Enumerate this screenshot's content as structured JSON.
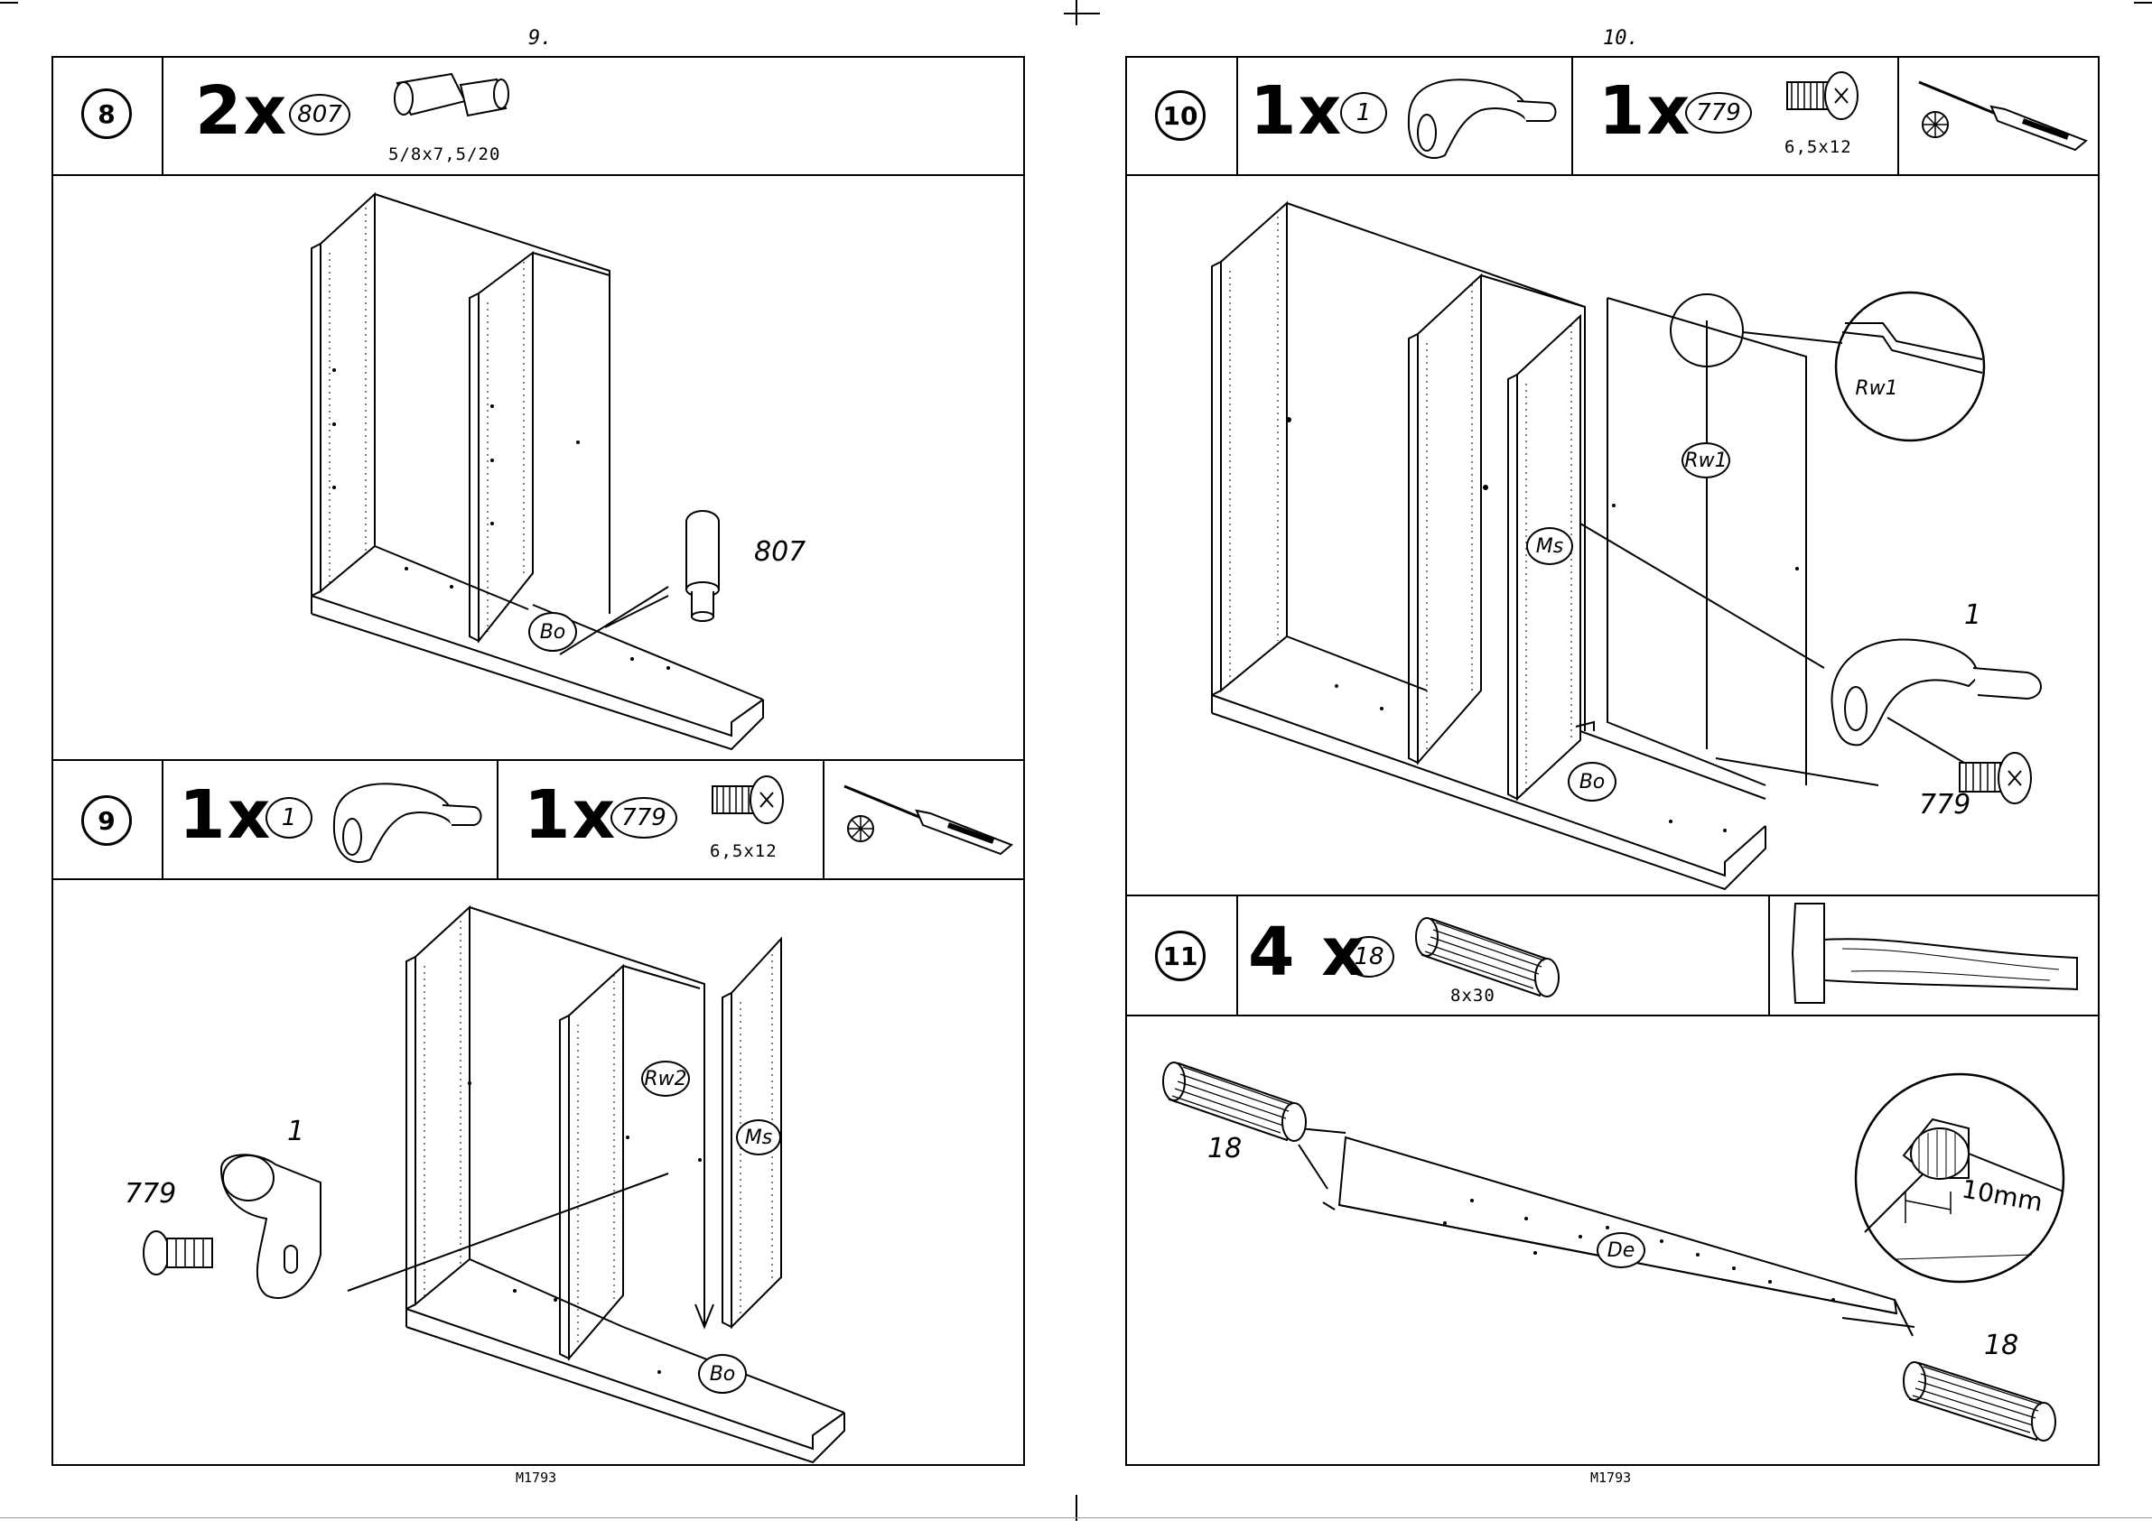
{
  "pages": [
    {
      "page_number": "9.",
      "footer": "M1793"
    },
    {
      "page_number": "10.",
      "footer": "M1793"
    }
  ],
  "steps": [
    {
      "number": "8",
      "parts": [
        {
          "qty": "2x",
          "id": "807",
          "size": "5/8x7,5/20"
        }
      ],
      "labels": {
        "part": "807",
        "tag_panel": "Bo"
      }
    },
    {
      "number": "9",
      "parts": [
        {
          "qty": "1x",
          "id": "1",
          "size": ""
        },
        {
          "qty": "1x",
          "id": "779",
          "size": "6,5x12"
        }
      ],
      "labels": {
        "part_a": "1",
        "part_b": "779",
        "tag_back": "Rw2",
        "tag_mid": "Ms",
        "tag_bottom": "Bo"
      }
    },
    {
      "number": "10",
      "parts": [
        {
          "qty": "1x",
          "id": "1",
          "size": ""
        },
        {
          "qty": "1x",
          "id": "779",
          "size": "6,5x12"
        }
      ],
      "labels": {
        "part_a": "1",
        "part_b": "779",
        "tag_back": "Rw1",
        "tag_detail": "Rw1",
        "tag_mid": "Ms",
        "tag_bottom": "Bo"
      }
    },
    {
      "number": "11",
      "parts": [
        {
          "qty": "4 x",
          "id": "18",
          "size": "8x30"
        }
      ],
      "labels": {
        "dowel_left": "18",
        "dowel_right": "18",
        "tag_shelf": "De",
        "measure": "10mm"
      }
    }
  ],
  "icons": [
    "dowel-icon",
    "cam-lock-icon",
    "screw-icon",
    "screwdriver-icon",
    "phillips-tip-icon",
    "hammer-icon",
    "wooden-dowel-icon"
  ]
}
